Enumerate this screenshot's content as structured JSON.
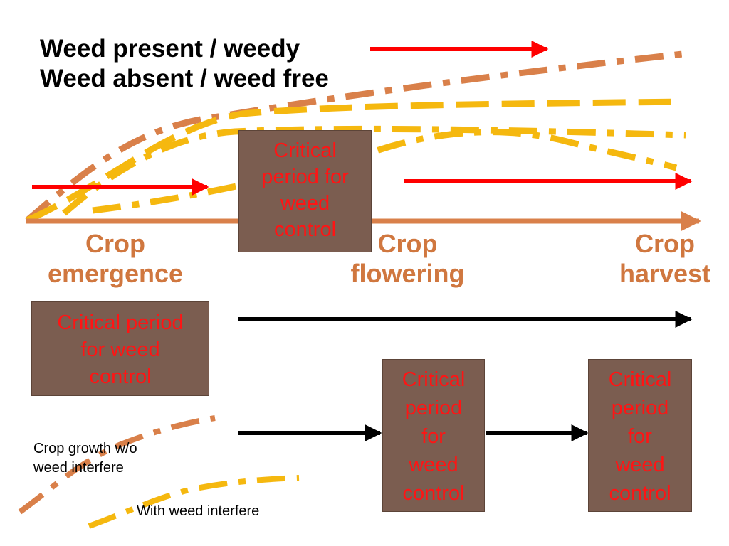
{
  "legend": {
    "weedy": "Weed present / weedy",
    "weed_free": "Weed absent / weed free"
  },
  "stages": {
    "emergence": "Crop\nemergence",
    "flowering": "Crop\nflowering",
    "harvest": "Crop\nharvest"
  },
  "critical_period_label": "Critical\nperiod for\nweed\ncontrol",
  "critical_period_label_wide": "Critical period\nfor weed\ncontrol",
  "critical_period_label_narrow": "Critical\nperiod\nfor\nweed\ncontrol",
  "captions": {
    "no_interference": "Crop growth w/o\nweed interfere",
    "with_interference": "With weed interfere"
  },
  "colors": {
    "weedy_arrow": "#ff0000",
    "weed_free_arrow": "#000000",
    "timeline": "#d9804a",
    "crop_no_weed_curve": "#d9804a",
    "crop_with_weed_curve": "#f5b80f",
    "box_fill": "#7b5d50",
    "box_text": "#ff1414",
    "stage_text": "#d0773f"
  }
}
